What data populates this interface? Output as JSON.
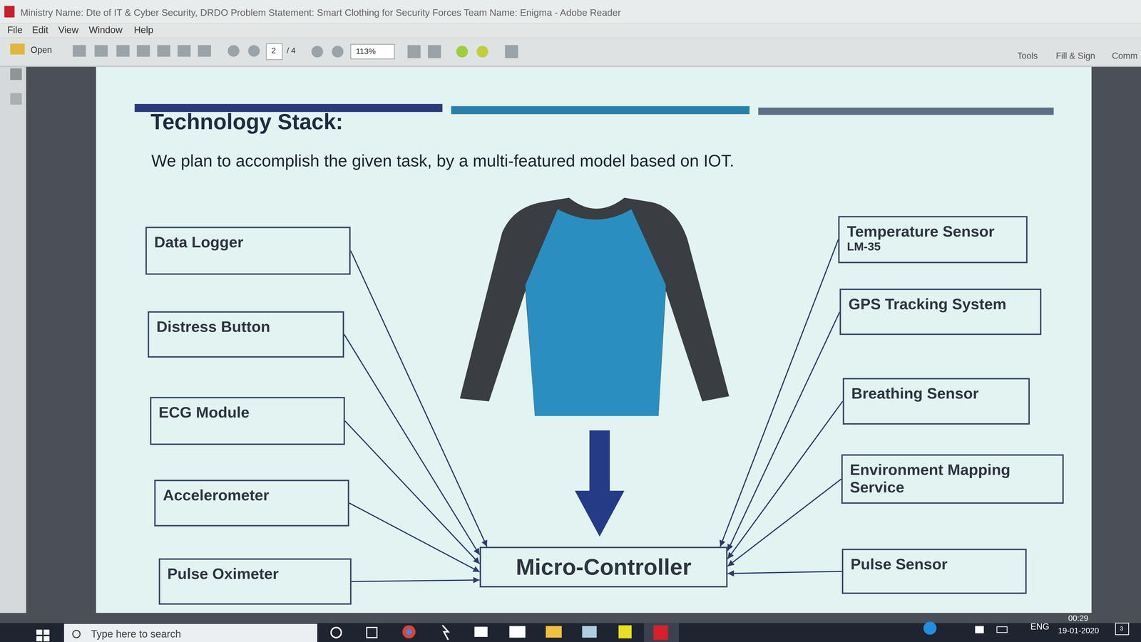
{
  "diagram": {
    "title": "Technology Stack:",
    "nodes": [
      {
        "text": [
          "Data Logger"
        ]
      },
      {
        "text": [
          "Distress Button"
        ]
      },
      {
        "text": [
          "ECG Module"
        ]
      },
      {
        "text": [
          "Accelerometer"
        ]
      },
      {
        "text": [
          "Pulse Oximeter"
        ]
      },
      {
        "text": [
          "Temperature Sensor",
          "LM-35"
        ]
      },
      {
        "text": [
          "GPS Tracking System"
        ]
      },
      {
        "text": [
          "Breathing Sensor"
        ]
      },
      {
        "text": [
          "Environment Mapping Service"
        ]
      },
      {
        "text": [
          "Pulse Sensor"
        ]
      },
      {
        "text": [
          "Micro-Controller"
        ]
      }
    ],
    "edges": [
      {
        "from": 0,
        "to": 10,
        "arrow": "to"
      },
      {
        "from": 1,
        "to": 10,
        "arrow": "to"
      },
      {
        "from": 2,
        "to": 10,
        "arrow": "to"
      },
      {
        "from": 3,
        "to": 10,
        "arrow": "to"
      },
      {
        "from": 4,
        "to": 10,
        "arrow": "to"
      },
      {
        "from": 5,
        "to": 10,
        "arrow": "to"
      },
      {
        "from": 6,
        "to": 10,
        "arrow": "to"
      },
      {
        "from": 7,
        "to": 10,
        "arrow": "to"
      },
      {
        "from": 8,
        "to": 10,
        "arrow": "to"
      },
      {
        "from": 9,
        "to": 10,
        "arrow": "to"
      }
    ],
    "labels": [
      "Ministry Name: Dte of IT & Cyber Security, DRDO Problem Statement: Smart Clothing for Security Forces Team Name: Enigma - Adobe Reader",
      "File",
      "Edit",
      "View",
      "Window",
      "Help",
      "Open",
      "2",
      "/ 4",
      "113%",
      "Tools",
      "Fill & Sign",
      "Comm",
      "We plan to accomplish the given task, by a multi-featured model based on IOT.",
      "Type here to search",
      "ENG",
      "00:29",
      "19-01-2020",
      "3"
    ]
  }
}
